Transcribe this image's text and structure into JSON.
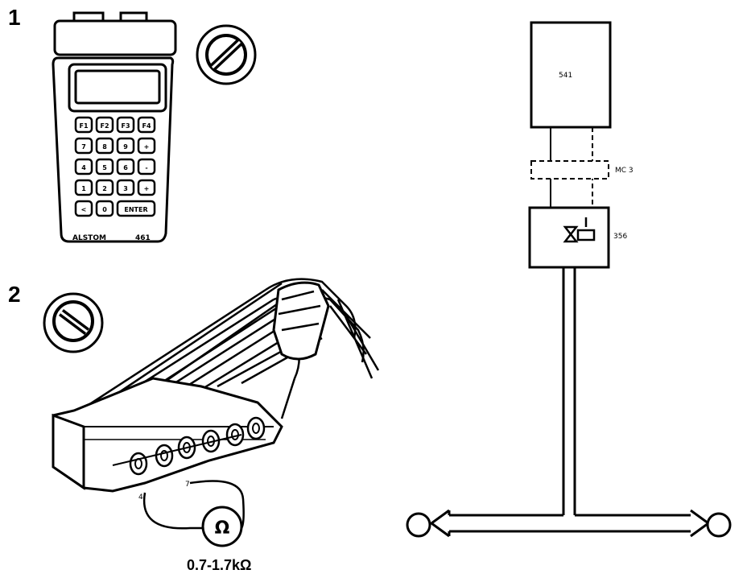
{
  "steps": {
    "step1_number": "1",
    "step2_number": "2"
  },
  "tester": {
    "brand": "ALSTOM",
    "model": "461"
  },
  "keypad_keys": [
    "F1",
    "F2",
    "F3",
    "F4",
    "7",
    "8",
    "9",
    "+",
    "4",
    "5",
    "6",
    "-",
    "1",
    "2",
    "3",
    "+",
    "<",
    "0",
    "ENTER"
  ],
  "measurement": {
    "resistance_spec": "0.7-1.7kΩ",
    "meter_symbol": "Ω",
    "pin_a": "4",
    "pin_b": "7"
  },
  "schematic": {
    "ecu_label": "541",
    "connector_label": "MC 3",
    "sensor_label": "356"
  },
  "icons": [
    "ignition-key-icon",
    "ohmmeter-icon",
    "sensor-symbol-icon"
  ]
}
